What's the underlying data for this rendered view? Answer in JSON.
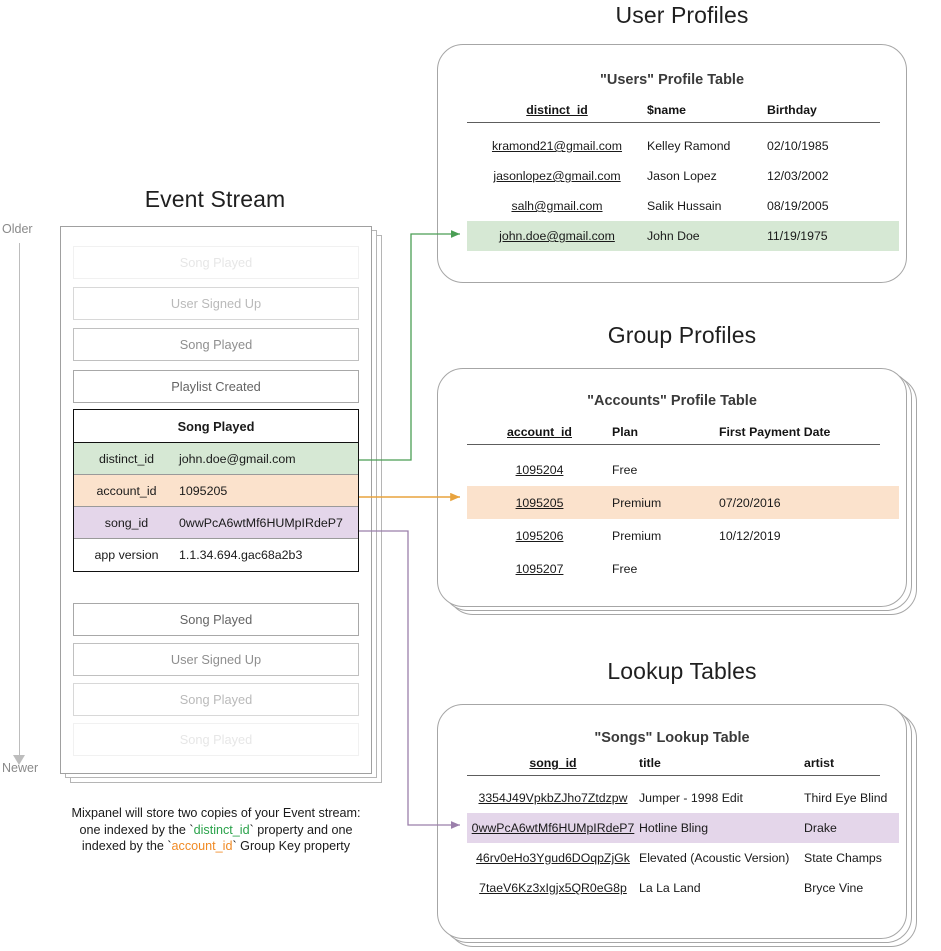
{
  "sections": {
    "event_stream_title": "Event Stream",
    "user_profiles_title": "User Profiles",
    "group_profiles_title": "Group Profiles",
    "lookup_tables_title": "Lookup Tables"
  },
  "timeline": {
    "older_label": "Older",
    "newer_label": "Newer"
  },
  "event_stream": {
    "events_above": [
      {
        "label": "Song Played",
        "fade": "fade-05"
      },
      {
        "label": "User Signed Up",
        "fade": "fade-2"
      },
      {
        "label": "Song Played",
        "fade": "fade-5"
      },
      {
        "label": "Playlist Created",
        "fade": "fade-8"
      }
    ],
    "selected_event": {
      "title": "Song Played",
      "properties": [
        {
          "key": "distinct_id",
          "value": "john.doe@gmail.com",
          "highlight": "bg-green"
        },
        {
          "key": "account_id",
          "value": "1095205",
          "highlight": "bg-orange"
        },
        {
          "key": "song_id",
          "value": "0wwPcA6wtMf6HUMpIRdeP7",
          "highlight": "bg-purple"
        },
        {
          "key": "app version",
          "value": "1.1.34.694.gac68a2b3",
          "highlight": ""
        }
      ]
    },
    "events_below": [
      {
        "label": "Song Played",
        "fade": "fade-8"
      },
      {
        "label": "User Signed Up",
        "fade": "fade-5"
      },
      {
        "label": "Song Played",
        "fade": "fade-2"
      },
      {
        "label": "Song Played",
        "fade": "fade-05"
      }
    ]
  },
  "caption": {
    "line1": "Mixpanel will store two copies of your Event stream:",
    "line2_a": "one indexed by the `",
    "line2_token": "distinct_id",
    "line2_b": "` property and one",
    "line3_a": "indexed by the `",
    "line3_token": "account_id",
    "line3_b": "` Group Key property"
  },
  "users_table": {
    "title": "\"Users\" Profile Table",
    "columns": [
      "distinct_id",
      "$name",
      "Birthday"
    ],
    "rows": [
      {
        "cells": [
          "kramond21@gmail.com",
          "Kelley Ramond",
          "02/10/1985"
        ],
        "highlight": ""
      },
      {
        "cells": [
          "jasonlopez@gmail.com",
          "Jason Lopez",
          "12/03/2002"
        ],
        "highlight": ""
      },
      {
        "cells": [
          "salh@gmail.com",
          "Salik Hussain",
          "08/19/2005"
        ],
        "highlight": ""
      },
      {
        "cells": [
          "john.doe@gmail.com",
          "John Doe",
          "11/19/1975"
        ],
        "highlight": "hl-green"
      }
    ]
  },
  "accounts_table": {
    "title": "\"Accounts\" Profile Table",
    "columns": [
      "account_id",
      "Plan",
      "First Payment Date"
    ],
    "rows": [
      {
        "cells": [
          "1095204",
          "Free",
          ""
        ],
        "highlight": ""
      },
      {
        "cells": [
          "1095205",
          "Premium",
          "07/20/2016"
        ],
        "highlight": "hl-orange"
      },
      {
        "cells": [
          "1095206",
          "Premium",
          "10/12/2019"
        ],
        "highlight": ""
      },
      {
        "cells": [
          "1095207",
          "Free",
          ""
        ],
        "highlight": ""
      }
    ]
  },
  "songs_table": {
    "title": "\"Songs\" Lookup Table",
    "columns": [
      "song_id",
      "title",
      "artist"
    ],
    "rows": [
      {
        "cells": [
          "3354J49VpkbZJho7Ztdzpw",
          "Jumper - 1998 Edit",
          "Third Eye Blind"
        ],
        "highlight": ""
      },
      {
        "cells": [
          "0wwPcA6wtMf6HUMpIRdeP7",
          "Hotline Bling",
          "Drake"
        ],
        "highlight": "hl-purple"
      },
      {
        "cells": [
          "46rv0eHo3Ygud6DOqpZjGk",
          "Elevated (Acoustic Version)",
          "State Champs"
        ],
        "highlight": ""
      },
      {
        "cells": [
          "7taeV6Kz3xIgjx5QR0eG8p",
          "La La Land",
          "Bryce Vine"
        ],
        "highlight": ""
      }
    ]
  },
  "colors": {
    "green_accent": "#4a9e54",
    "orange_accent": "#e8a33d",
    "purple_accent": "#9b7fab",
    "green_fill": "#d6e8d4",
    "orange_fill": "#fbe2cc",
    "purple_fill": "#e4d6ea",
    "card_border": "#a6a6a6",
    "rule": "#5d5d5d"
  }
}
